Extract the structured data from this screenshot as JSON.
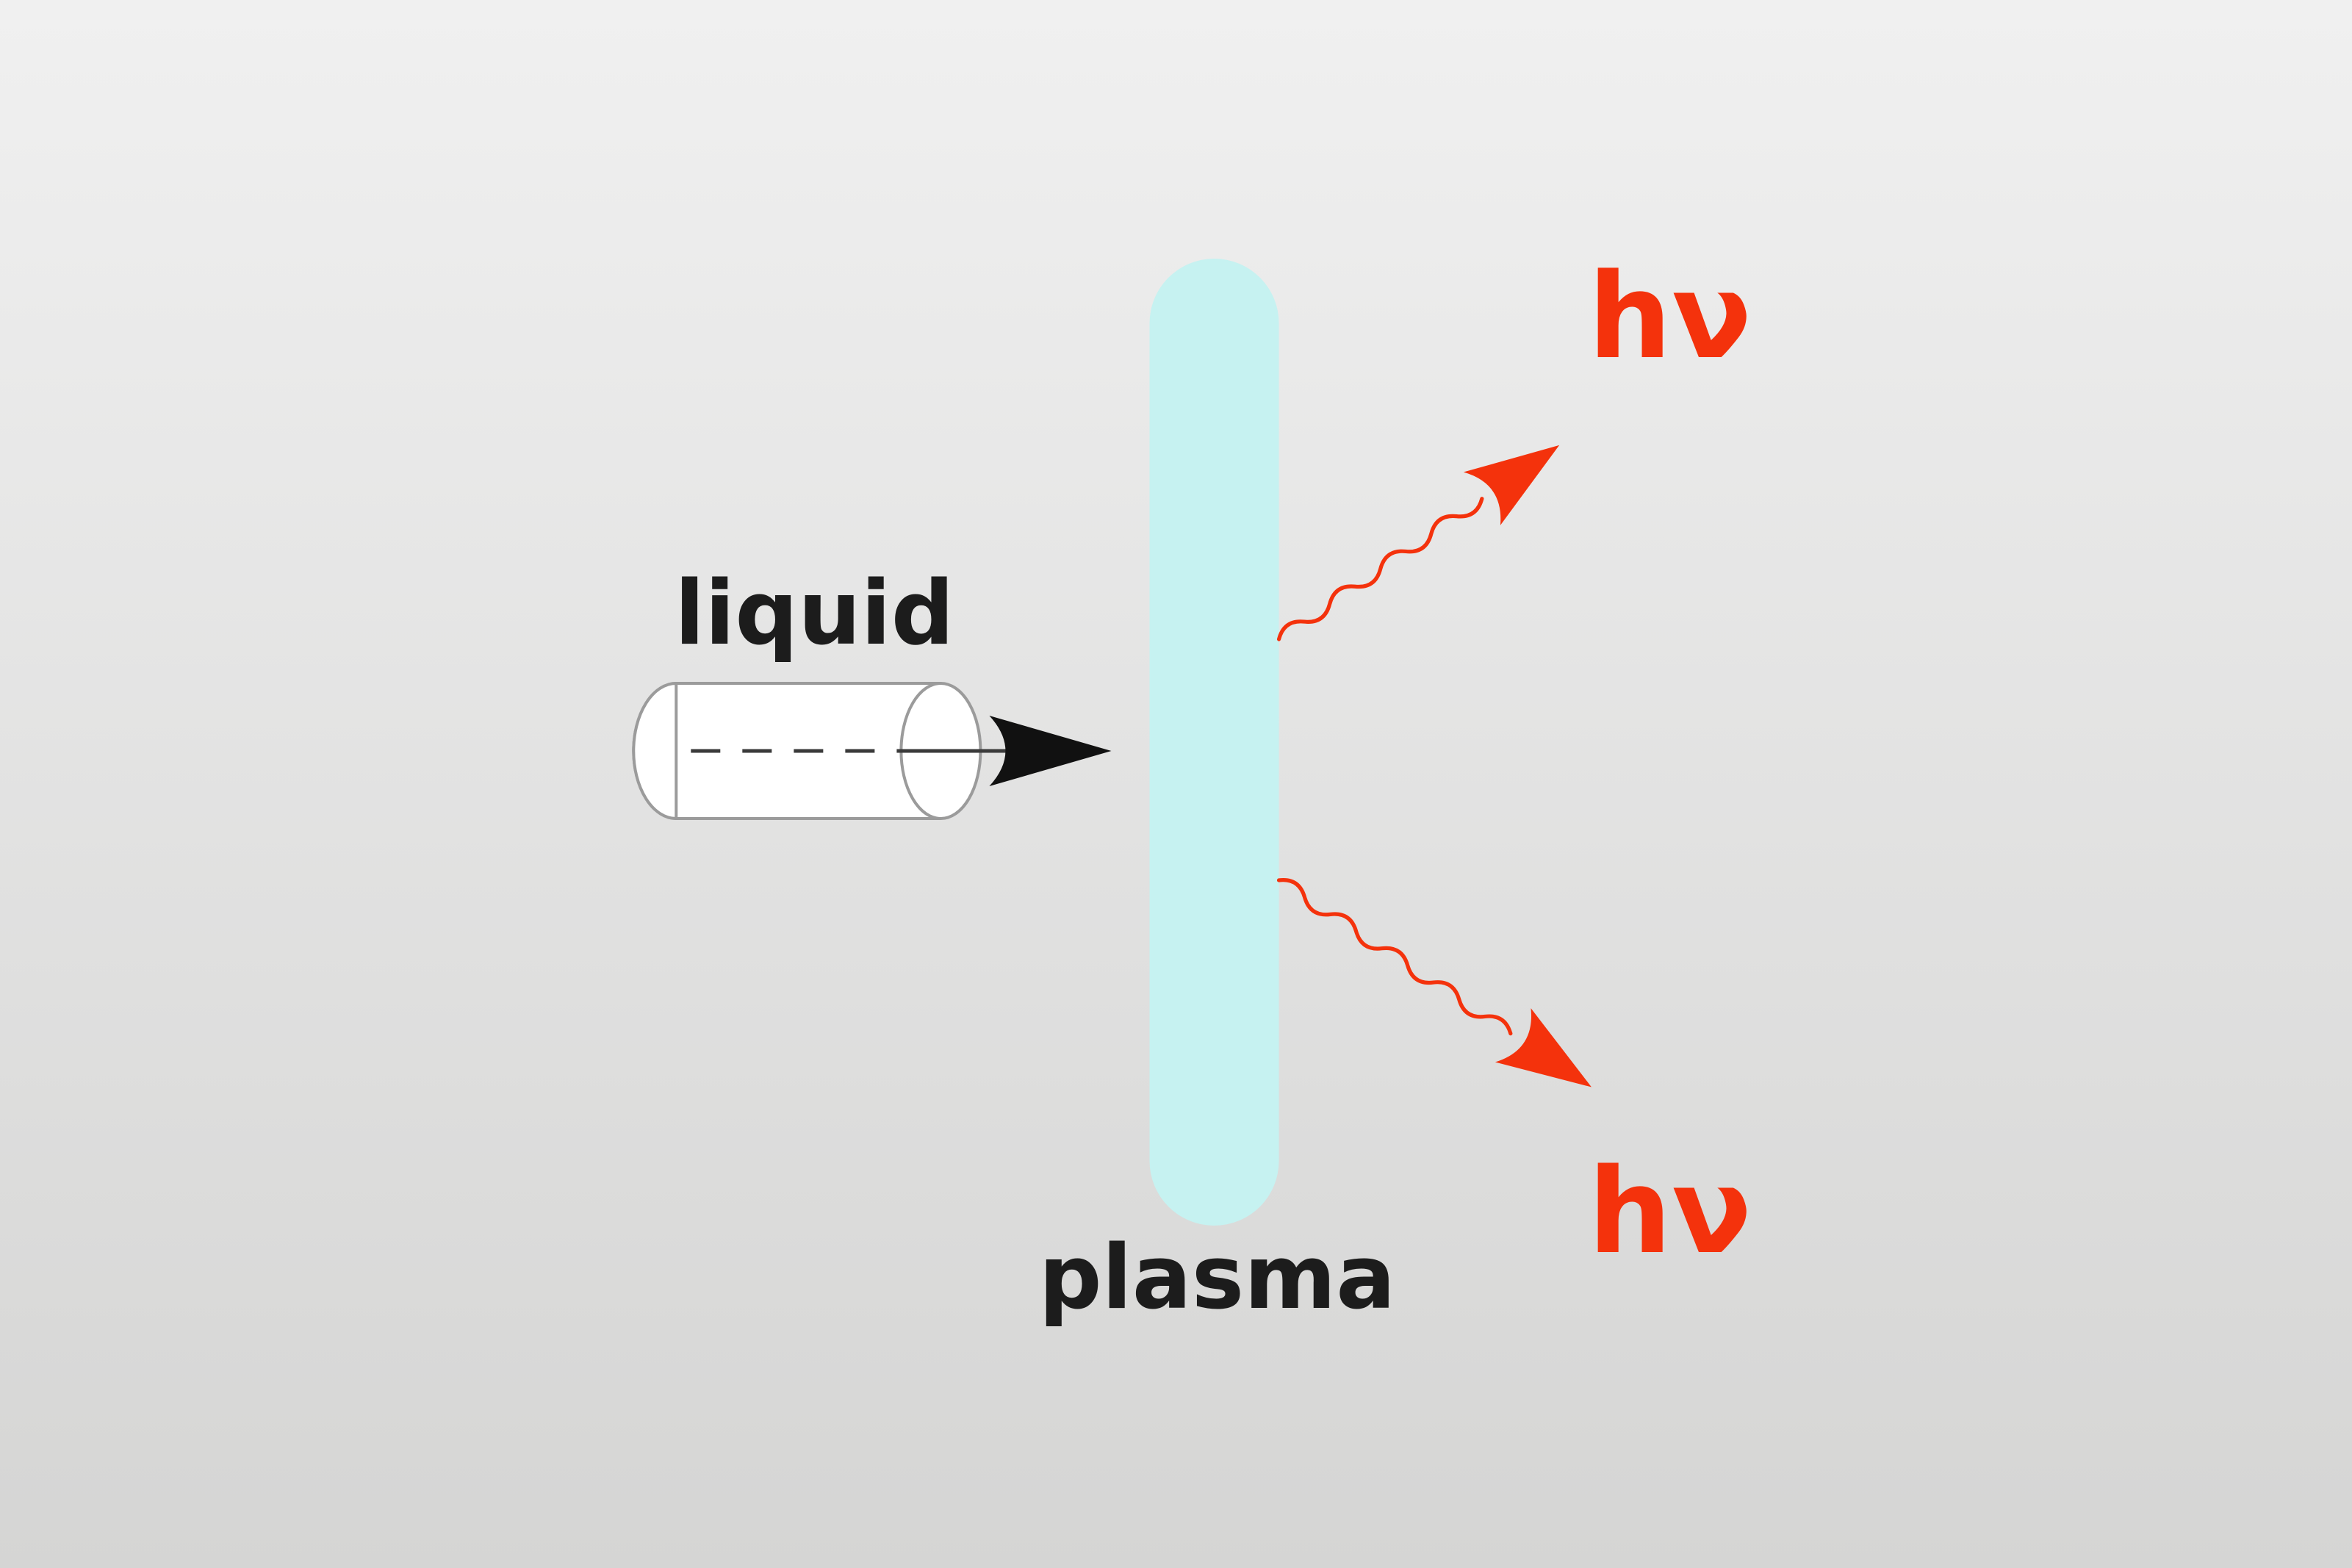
{
  "diagram": {
    "title": "liquid jet plasma photon emission diagram",
    "labels": {
      "liquid": "liquid",
      "plasma": "plasma",
      "photon_top": "hν",
      "photon_bottom": "hν"
    },
    "colors": {
      "background_top": "#f0f0f0",
      "background_bottom": "#d5d5d4",
      "plasma_fill": "#c6f2f1",
      "photon_red": "#f4320c",
      "text_black": "#1c1c1c",
      "cylinder_outline": "#9b9b9b",
      "arrow_black": "#111111"
    }
  }
}
